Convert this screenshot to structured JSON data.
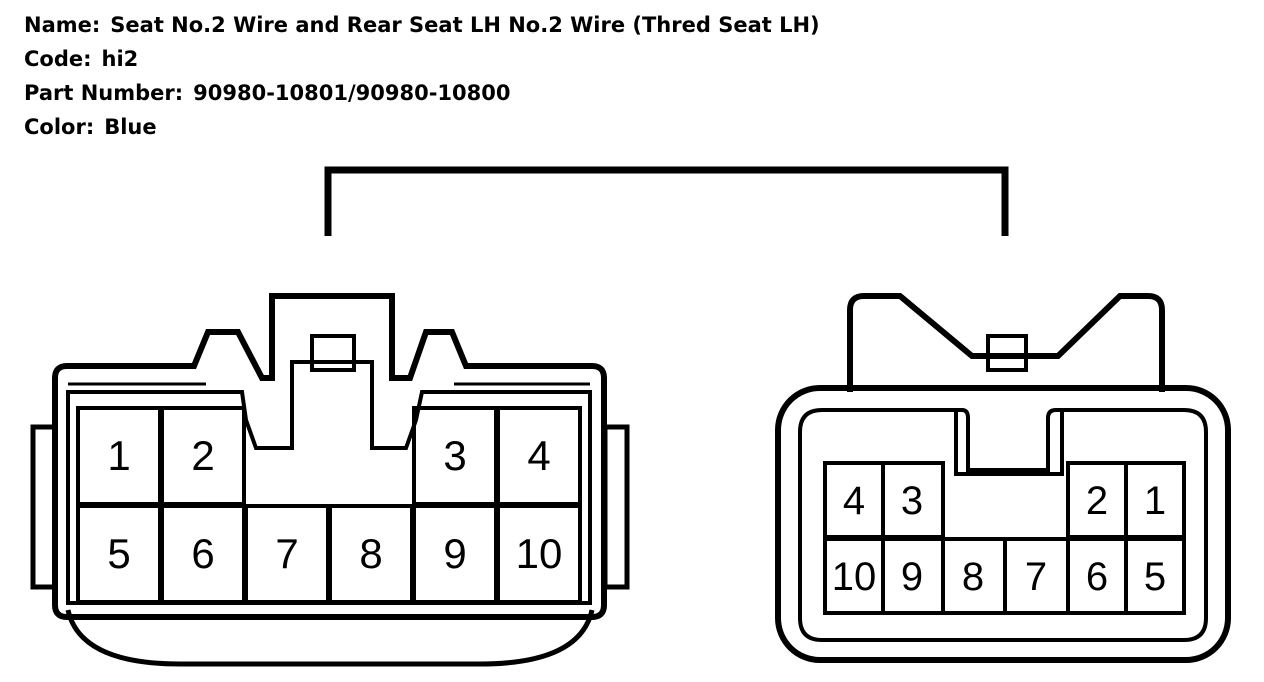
{
  "info": {
    "name_label": "Name:",
    "name_value": "Seat No.2 Wire and Rear Seat LH No.2 Wire (Thred Seat LH)",
    "code_label": "Code:",
    "code_value": "hi2",
    "part_label": "Part Number:",
    "part_value": "90980-10801/90980-10800",
    "color_label": "Color:",
    "color_value": "Blue"
  },
  "left_connector": {
    "pins_top": [
      "1",
      "2",
      "3",
      "4"
    ],
    "pins_bottom": [
      "5",
      "6",
      "7",
      "8",
      "9",
      "10"
    ]
  },
  "right_connector": {
    "pins_top": [
      "4",
      "3",
      "2",
      "1"
    ],
    "pins_bottom": [
      "10",
      "9",
      "8",
      "7",
      "6",
      "5"
    ]
  }
}
